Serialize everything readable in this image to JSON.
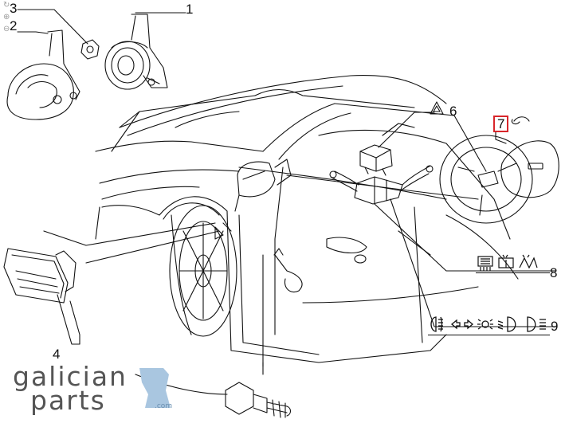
{
  "callouts": {
    "c1": "1",
    "c2": "2",
    "c3": "3",
    "c4": "4",
    "c6": "6",
    "c7": "7",
    "c8": "8",
    "c9": "9"
  },
  "viewer_controls": {
    "refresh": "↻",
    "zoom_in": "⊕",
    "zoom_out": "⊖",
    "names": [
      "refresh-icon",
      "zoom-in-icon",
      "zoom-out-icon"
    ]
  },
  "symbols": {
    "item8": [
      "rear-defrost-icon",
      "rear-wiper-icon",
      "rear-washer-icon"
    ],
    "item9": [
      "fog-light-icon",
      "turn-signal-icon",
      "parking-light-icon",
      "low-beam-icon",
      "high-beam-icon"
    ]
  },
  "brand": {
    "line1": "galician",
    "line2": "parts",
    "suffix": ".com"
  },
  "colors": {
    "highlight_box": "#d8262b",
    "logo_accent": "#a9c6e0",
    "line": "#111111"
  }
}
